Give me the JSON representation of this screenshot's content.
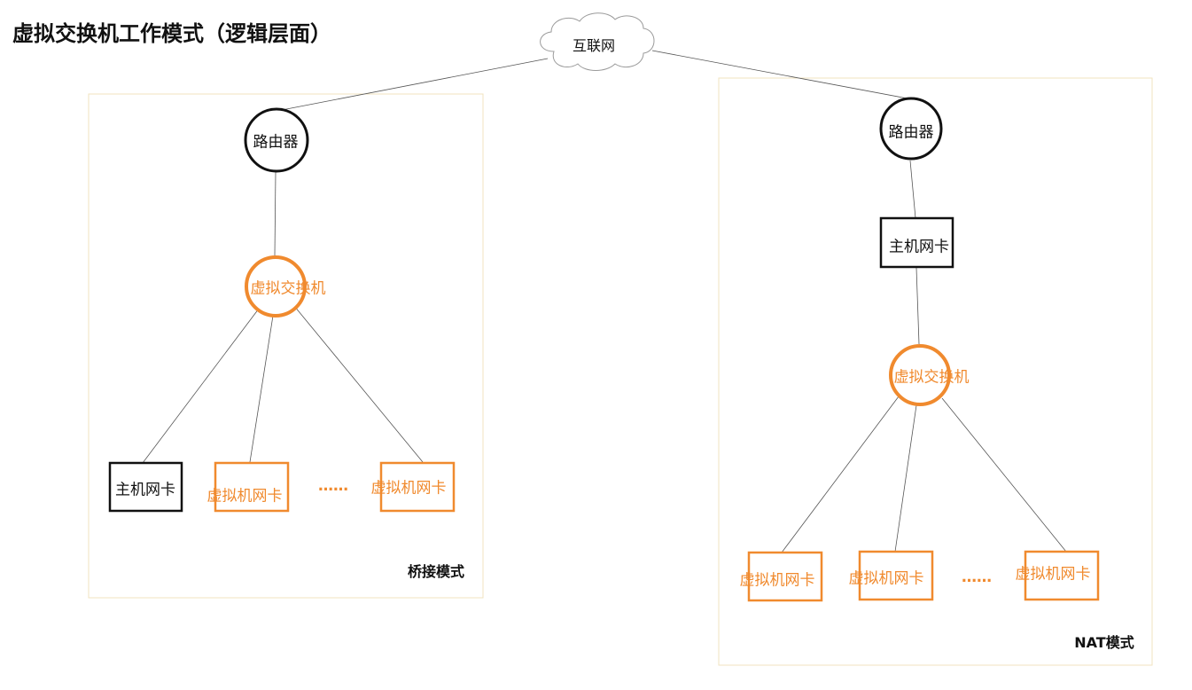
{
  "title": "虚拟交换机工作模式（逻辑层面）",
  "internet": "互联网",
  "bridge": {
    "panel_label": "桥接模式",
    "router": "路由器",
    "vswitch": "虚拟交换机",
    "host_nic": "主机网卡",
    "vm_nic_1": "虚拟机网卡",
    "vm_nic_2": "虚拟机网卡",
    "ellipsis": "……"
  },
  "nat": {
    "panel_label": "NAT模式",
    "router": "路由器",
    "host_nic": "主机网卡",
    "vswitch": "虚拟交换机",
    "vm_nic_1": "虚拟机网卡",
    "vm_nic_2": "虚拟机网卡",
    "vm_nic_3": "虚拟机网卡",
    "ellipsis": "……"
  },
  "colors": {
    "accent": "#f08a2e",
    "border": "#f1e3bf",
    "line": "#555555",
    "node": "#111111"
  }
}
